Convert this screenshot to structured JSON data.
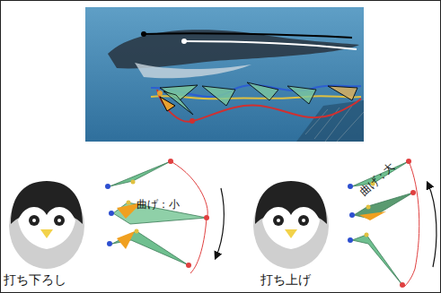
{
  "diagram": {
    "labels": [
      "曲げ：小",
      "曲げ：大",
      "打ち下ろし",
      "打ち上げ"
    ]
  }
}
